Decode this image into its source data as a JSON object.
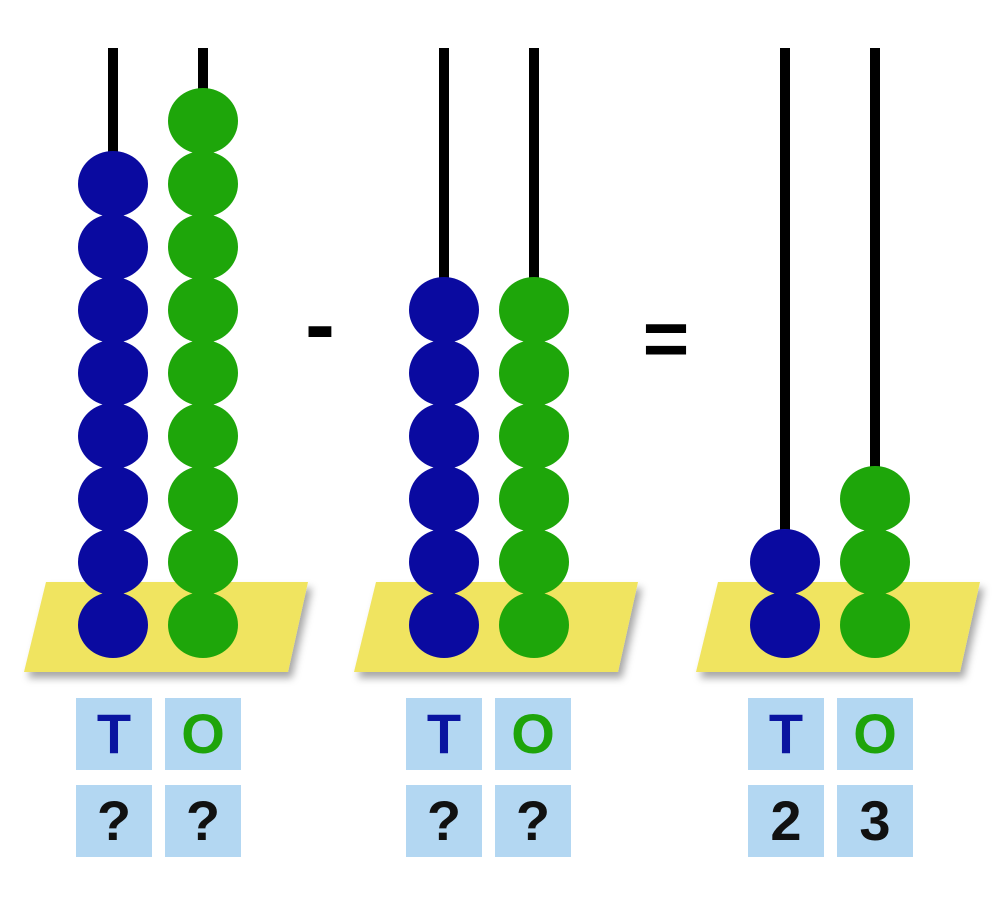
{
  "operators": {
    "minus": "-",
    "equals": "="
  },
  "colors": {
    "tens_bead": "#0a0aa0",
    "ones_bead": "#1ea60a",
    "base": "#f0e460",
    "rod": "#000000",
    "tile": "#b3d7f2",
    "tens_letter": "#0a14a0",
    "ones_letter": "#1ea40a"
  },
  "abacuses": [
    {
      "name": "minuend",
      "tens_beads": 8,
      "ones_beads": 9,
      "tens_label": "T",
      "ones_label": "O",
      "tens_value": "?",
      "ones_value": "?"
    },
    {
      "name": "subtrahend",
      "tens_beads": 6,
      "ones_beads": 6,
      "tens_label": "T",
      "ones_label": "O",
      "tens_value": "?",
      "ones_value": "?"
    },
    {
      "name": "difference",
      "tens_beads": 2,
      "ones_beads": 3,
      "tens_label": "T",
      "ones_label": "O",
      "tens_value": "2",
      "ones_value": "3"
    }
  ]
}
